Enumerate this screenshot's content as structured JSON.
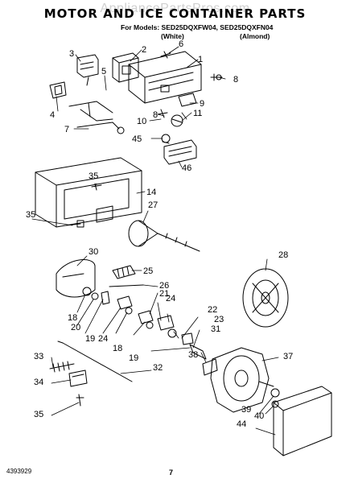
{
  "header": {
    "watermark": "AppliancePartsPros.com",
    "title": "MOTOR AND ICE CONTAINER PARTS",
    "models_line": "For Models: SED25DQXFW04, SED25DQXFN04",
    "variant_white": "(White)",
    "variant_almond": "(Almond)"
  },
  "callouts": {
    "c1": "1",
    "c2": "2",
    "c3": "3",
    "c4": "4",
    "c5": "5",
    "c6": "6",
    "c7": "7",
    "c8a": "8",
    "c8b": "8",
    "c9": "9",
    "c10": "10",
    "c11": "11",
    "c45": "45",
    "c46": "46",
    "c35a": "35",
    "c14": "14",
    "c35b": "35",
    "c27": "27",
    "c28": "28",
    "c30": "30",
    "c25": "25",
    "c26": "26",
    "c21": "21",
    "c18a": "18",
    "c20": "20",
    "c19a": "19",
    "c24a": "24",
    "c18b": "18",
    "c24b": "24",
    "c22": "22",
    "c23": "23",
    "c19b": "19",
    "c31": "31",
    "c37": "37",
    "c32": "32",
    "c33": "33",
    "c34": "34",
    "c35c": "35",
    "c38": "38",
    "c39": "39",
    "c40": "40",
    "c44": "44"
  },
  "footer": {
    "doc_number": "4393929",
    "page_number": "7"
  }
}
